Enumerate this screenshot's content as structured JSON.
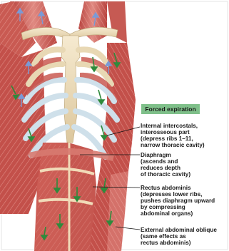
{
  "title": "Forced expiration",
  "labels": [
    {
      "name": "Internal intercostals,",
      "desc": "interosseous part\n(depress ribs 1–11,\nnarrow thoracic cavity)"
    },
    {
      "name": "Diaphragm",
      "desc": "(ascends and\nreduces depth\nof thoracic cavity)"
    },
    {
      "name": "Rectus abdominis",
      "desc": "(depresses lower ribs,\npushes diaphragm upward\nby compressing\nabdominal organs)"
    },
    {
      "name": "External abdominal oblique",
      "desc": "(same effects as\nrectus abdominis)"
    }
  ],
  "colors": {
    "muscle": "#c0504a",
    "muscle_light": "#e2908a",
    "bone": "#efe0bf",
    "cartilage": "#cfe0ea",
    "arrow_green": "#2f8a3c",
    "arrow_blue": "#7a9ad6",
    "title_bg": "#7fc08a"
  }
}
